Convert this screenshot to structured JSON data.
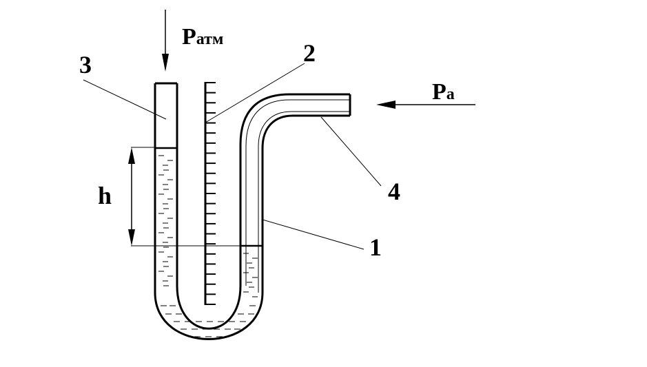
{
  "labels": {
    "p_atm_main": "P",
    "p_atm_sub": "атм",
    "p_a_main": "P",
    "p_a_sub": "a",
    "h": "h",
    "n1": "1",
    "n2": "2",
    "n3": "3",
    "n4": "4"
  },
  "scale": {
    "tick_count": 23
  },
  "colors": {
    "ink": "#000000",
    "paper": "#ffffff"
  }
}
